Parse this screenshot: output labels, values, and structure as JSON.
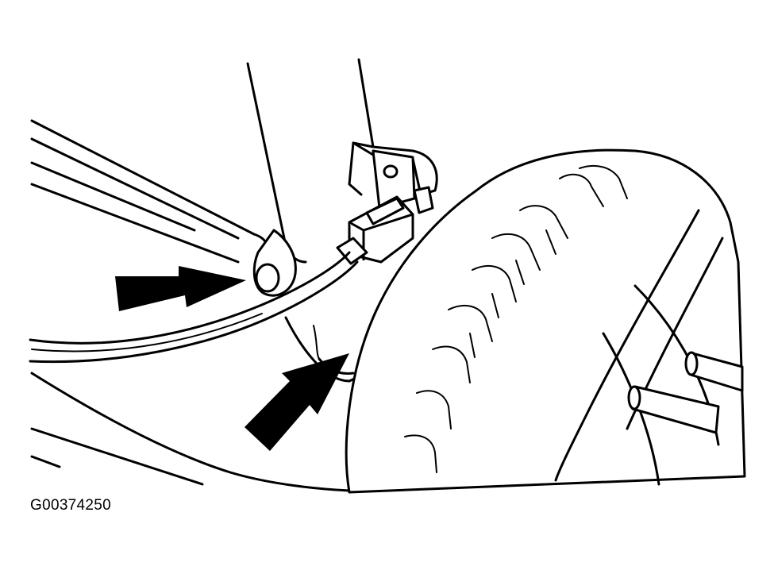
{
  "figure": {
    "code": "G00374250"
  },
  "colors": {
    "ink": "#000000",
    "paper": "#ffffff"
  },
  "callouts": [
    {
      "name": "arrow-upper",
      "points_to": "sensor-cable-clip"
    },
    {
      "name": "arrow-lower",
      "points_to": "sensor-cable-routing"
    }
  ]
}
